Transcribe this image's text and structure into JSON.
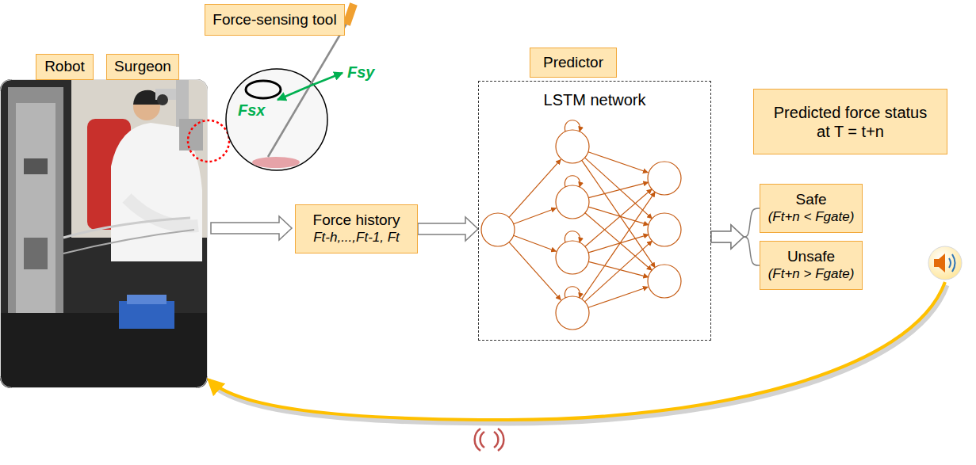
{
  "diagram": {
    "nodes": [
      {
        "text": [
          "Robot"
        ]
      },
      {
        "text": [
          "Surgeon"
        ]
      },
      {
        "text": [
          "Force-sensing tool"
        ]
      },
      {
        "text": [
          "Force history",
          "Ft-h,...,Ft-1, Ft"
        ]
      },
      {
        "text": [
          "Predictor"
        ]
      },
      {
        "text": [
          "LSTM network"
        ]
      },
      {
        "text": [
          "Predicted force status at T = t+n"
        ]
      },
      {
        "text": [
          "Safe",
          "(Ft+n < Fgate)"
        ]
      },
      {
        "text": [
          "Unsafe",
          "(Ft+n > Fgate)"
        ]
      }
    ],
    "edges": [
      {
        "from": 3,
        "to": 5,
        "arrow": "to"
      },
      {
        "from": 5,
        "to": 7,
        "arrow": "to"
      },
      {
        "from": 5,
        "to": 8,
        "arrow": "to"
      }
    ],
    "labels": [
      "Fsx",
      "Fsy"
    ]
  }
}
